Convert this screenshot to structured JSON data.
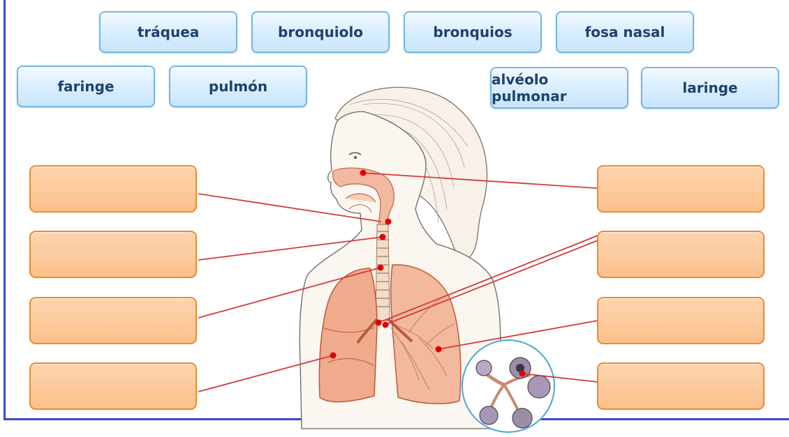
{
  "word_bank": [
    {
      "id": "traquea",
      "label": "tráquea"
    },
    {
      "id": "bronquiolo",
      "label": "bronquiolo"
    },
    {
      "id": "bronquios",
      "label": "bronquios"
    },
    {
      "id": "fosa-nasal",
      "label": "fosa nasal"
    },
    {
      "id": "faringe",
      "label": "faringe"
    },
    {
      "id": "pulmon",
      "label": "pulmón"
    },
    {
      "id": "alveolo-pulmonar",
      "label": "alvéolo pulmonar"
    },
    {
      "id": "laringe",
      "label": "laringe"
    }
  ],
  "drop_zones": {
    "left": [
      "",
      "",
      "",
      ""
    ],
    "right": [
      "",
      "",
      "",
      ""
    ]
  },
  "colors": {
    "frame": "#3b46d6",
    "chip_border": "#6fb7ea",
    "chip_text": "#1d4270",
    "drop_border": "#ea8a2e",
    "drop_fill": "#fcc08a",
    "leader_line": "#d43a3a",
    "marker": "#e00000"
  },
  "illustration": {
    "subject": "respiratory-system-girl",
    "inset": "alveoli-magnified"
  }
}
